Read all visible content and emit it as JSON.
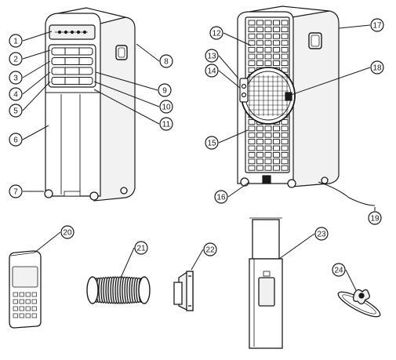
{
  "callouts": [
    "1",
    "2",
    "3",
    "4",
    "5",
    "6",
    "7",
    "8",
    "9",
    "10",
    "11",
    "12",
    "13",
    "14",
    "15",
    "16",
    "17",
    "18",
    "19",
    "20",
    "21",
    "22",
    "23",
    "24"
  ],
  "colors": {
    "line": "#1a1a1a",
    "fill": "#ffffff",
    "panel": "#e9e9e9"
  }
}
